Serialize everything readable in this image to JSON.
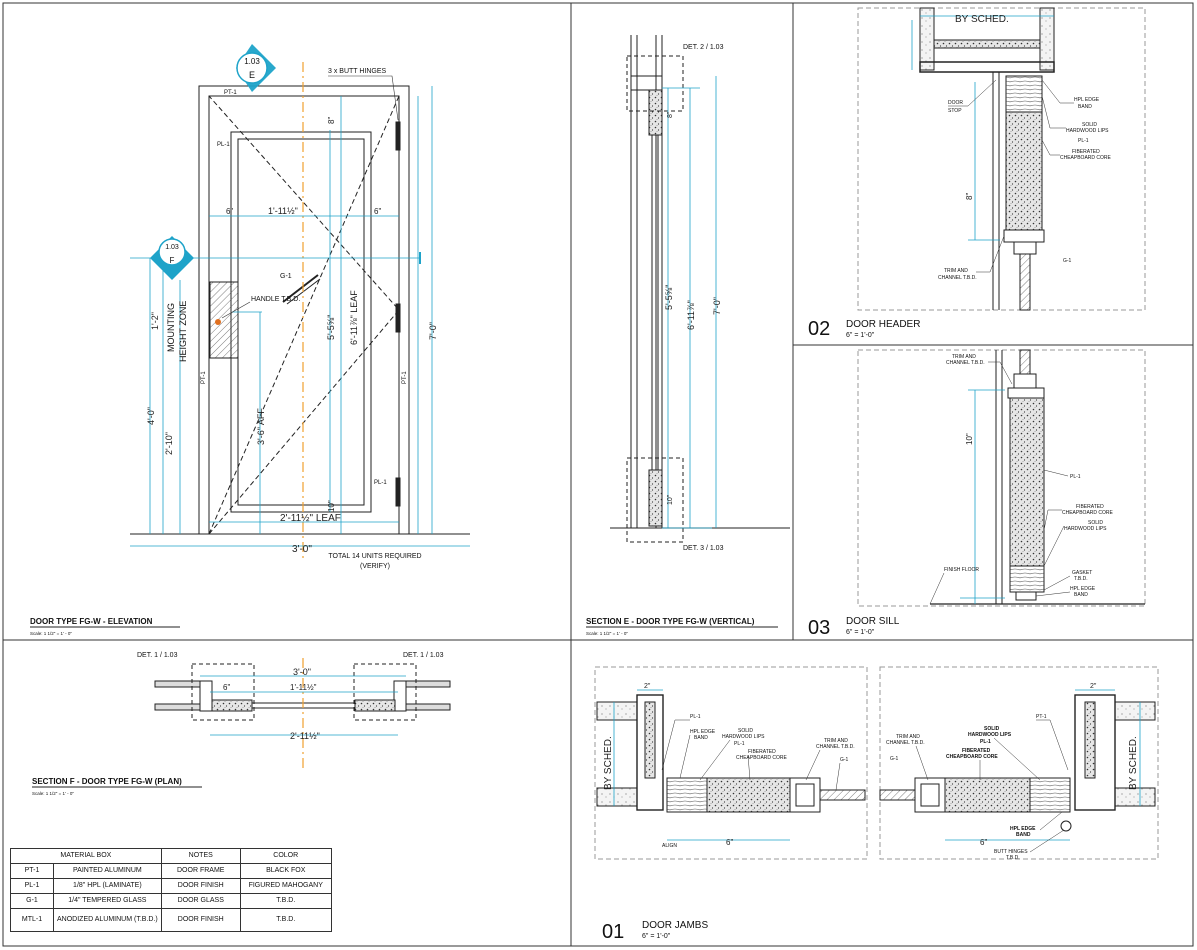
{
  "panels": {
    "elevation": {
      "title": "DOOR TYPE FG-W - ELEVATION",
      "scale": "Scale: 1 1/2\" = 1' - 0\"",
      "callouts": {
        "tag_top_num": "1.03",
        "tag_top_letter": "E",
        "tag_side_num": "1.03",
        "tag_side_letter": "F",
        "hinges": "3 x BUTT HINGES",
        "pt1_top": "PT-1",
        "pl1_top": "PL-1",
        "g1": "G-1",
        "handle": "HANDLE T.B.D.",
        "pt1_left": "PT-1",
        "pt1_right": "PT-1",
        "pl1_bottom": "PL-1",
        "mounting": "MOUNTING",
        "height_zone": "HEIGHT ZONE",
        "total": "TOTAL 14 UNITS REQUIRED",
        "verify": "(VERIFY)"
      },
      "dims": {
        "d6a": "6\"",
        "d1_11": "1'-11½\"",
        "d6b": "6\"",
        "d1_2": "1'-2\"",
        "d4_0": "4'-0\"",
        "d2_10": "2'-10\"",
        "d3_6": "3'-6\" AFF",
        "d5_5": "5'-5⅝\"",
        "d6_11": "6'-11⅞\" LEAF",
        "d7_0": "7'-0\"",
        "d2_11": "2'-11½\" LEAF",
        "d3_0": "3'-0\"",
        "d10": "10\"",
        "d8": "8\""
      }
    },
    "section_e": {
      "title": "SECTION E - DOOR TYPE FG-W (VERTICAL)",
      "scale": "Scale: 1 1/2\" = 1' - 0\"",
      "det2": "DET. 2 / 1.03",
      "det3": "DET. 3 / 1.03",
      "dims": {
        "d5_5": "5'-5⅝\"",
        "d6_11": "6'-11⅞\"",
        "d7_0": "7'-0\"",
        "d8": "8\"",
        "d10": "10\""
      }
    },
    "header": {
      "num": "02",
      "title": "DOOR HEADER",
      "scale": "6\" = 1'-0\"",
      "by_sched": "BY SCHED.",
      "labels": {
        "door_stop_1": "DOOR",
        "door_stop_2": "STOP",
        "hpl_1": "HPL EDGE",
        "hpl_2": "BAND",
        "solid_1": "SOLID",
        "solid_2": "HARDWOOD LIPS",
        "pl1": "PL-1",
        "fib_1": "FIBERATED",
        "fib_2": "CHEAPBOARD CORE",
        "trim_1": "TRIM AND",
        "trim_2": "CHANNEL T.B.D.",
        "g1": "G-1",
        "d8": "8\""
      }
    },
    "sill": {
      "num": "03",
      "title": "DOOR SILL",
      "scale": "6\" = 1'-0\"",
      "labels": {
        "trim_1": "TRIM AND",
        "trim_2": "CHANNEL T.B.D.",
        "pl1": "PL-1",
        "fib_1": "FIBERATED",
        "fib_2": "CHEAPBOARD CORE",
        "solid_1": "SOLID",
        "solid_2": "HARDWOOD LIPS",
        "gasket_1": "GASKET",
        "gasket_2": "T.B.D.",
        "hpl_1": "HPL EDGE",
        "hpl_2": "BAND",
        "floor": "FINISH FLOOR",
        "d10": "10\""
      }
    },
    "section_f": {
      "title": "SECTION F - DOOR TYPE FG-W (PLAN)",
      "scale": "Scale: 1 1/2\" = 1' - 0\"",
      "det1_left": "DET. 1 / 1.03",
      "det1_right": "DET. 1 / 1.03",
      "dims": {
        "d3_0": "3'-0\"",
        "d6": "6\"",
        "d1_11": "1'-11½\"",
        "d2_11": "2'-11½\""
      }
    },
    "jambs": {
      "num": "01",
      "title": "DOOR JAMBS",
      "scale": "6\" = 1'-0\"",
      "left": {
        "by_sched": "BY SCHED.",
        "pt1": "PL-1",
        "hpl_1": "HPL EDGE",
        "hpl_2": "BAND",
        "solid_1": "SOLID",
        "solid_2": "HARDWOOD LIPS",
        "pl1": "PL-1",
        "fib_1": "FIBERATED",
        "fib_2": "CHEAPBOARD CORE",
        "trim_1": "TRIM AND",
        "trim_2": "CHANNEL T.B.D.",
        "g1": "G-1",
        "align": "ALIGN",
        "d6": "6\"",
        "d2": "2\""
      },
      "right": {
        "by_sched": "BY SCHED.",
        "pt1": "PT-1",
        "trim_1": "TRIM AND",
        "trim_2": "CHANNEL T.B.D.",
        "g1": "G-1",
        "solid_1": "SOLID",
        "solid_2": "HARDWOOD LIPS",
        "pl1": "PL-1",
        "fib_1": "FIBERATED",
        "fib_2": "CHEAPBOARD CORE",
        "hpl_1": "HPL EDGE",
        "hpl_2": "BAND",
        "butt_1": "BUTT HINGES",
        "butt_2": "T.B.D.",
        "d6": "6\"",
        "d2": "2\""
      }
    }
  },
  "material_box": {
    "headers": [
      "MATERIAL BOX",
      "NOTES",
      "COLOR"
    ],
    "rows": [
      [
        "PT-1",
        "PAINTED ALUMINUM",
        "DOOR FRAME",
        "BLACK FOX"
      ],
      [
        "PL-1",
        "1/8\" HPL (LAMINATE)",
        "DOOR FINISH",
        "FIGURED MAHOGANY"
      ],
      [
        "G-1",
        "1/4\" TEMPERED GLASS",
        "DOOR GLASS",
        "T.B.D."
      ],
      [
        "MTL-1",
        "ANODIZED ALUMINUM (T.B.D.)",
        "DOOR FINISH",
        "T.B.D."
      ]
    ]
  },
  "colors": {
    "dimension": "#1ea3c9",
    "centerline": "#f0a030",
    "handle": "#e07020"
  }
}
